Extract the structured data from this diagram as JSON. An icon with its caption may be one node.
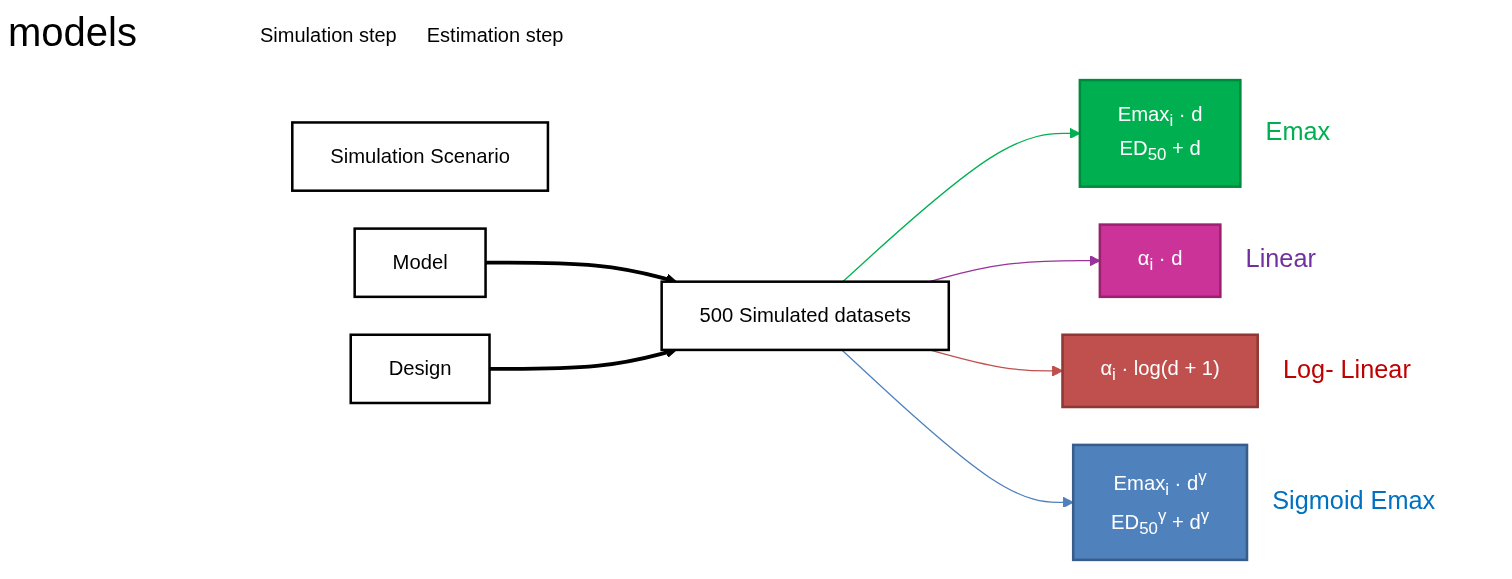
{
  "diagram": {
    "title": "models",
    "nodes": [
      {
        "text": [
          "Simulation Scenario"
        ]
      },
      {
        "text": [
          "Model"
        ]
      },
      {
        "text": [
          "Design"
        ]
      },
      {
        "text": [
          "500 Simulated datasets"
        ]
      },
      {
        "text": [
          "Emax$_{i}$ · d",
          "ED$_{50}$ + d"
        ],
        "beside": [
          "Emax"
        ]
      },
      {
        "text": [
          "α$_{i}$ · d"
        ],
        "beside": [
          "Linear"
        ]
      },
      {
        "text": [
          "α$_{i}$ · log(d + 1)"
        ],
        "beside": [
          "Log- Linear"
        ]
      },
      {
        "text": [
          "Emax$_{i}$ · d$^{γ}$",
          "ED$_{50}$$^{γ}$ + d$^{γ}$"
        ],
        "beside": [
          "Sigmoid Emax"
        ]
      }
    ],
    "edges": [
      {
        "from": 1,
        "to": 3,
        "arrow": "to",
        "style": "thick"
      },
      {
        "from": 2,
        "to": 3,
        "arrow": "to",
        "style": "thick"
      },
      {
        "from": 3,
        "to": 4,
        "arrow": "to",
        "color": "#00b050"
      },
      {
        "from": 3,
        "to": 5,
        "arrow": "to",
        "color": "#993399"
      },
      {
        "from": 3,
        "to": 6,
        "arrow": "to",
        "color": "#c0504d"
      },
      {
        "from": 3,
        "to": 7,
        "arrow": "to",
        "color": "#4f81bd"
      }
    ],
    "labels": [
      "Simulation step",
      "Estimation step"
    ]
  }
}
